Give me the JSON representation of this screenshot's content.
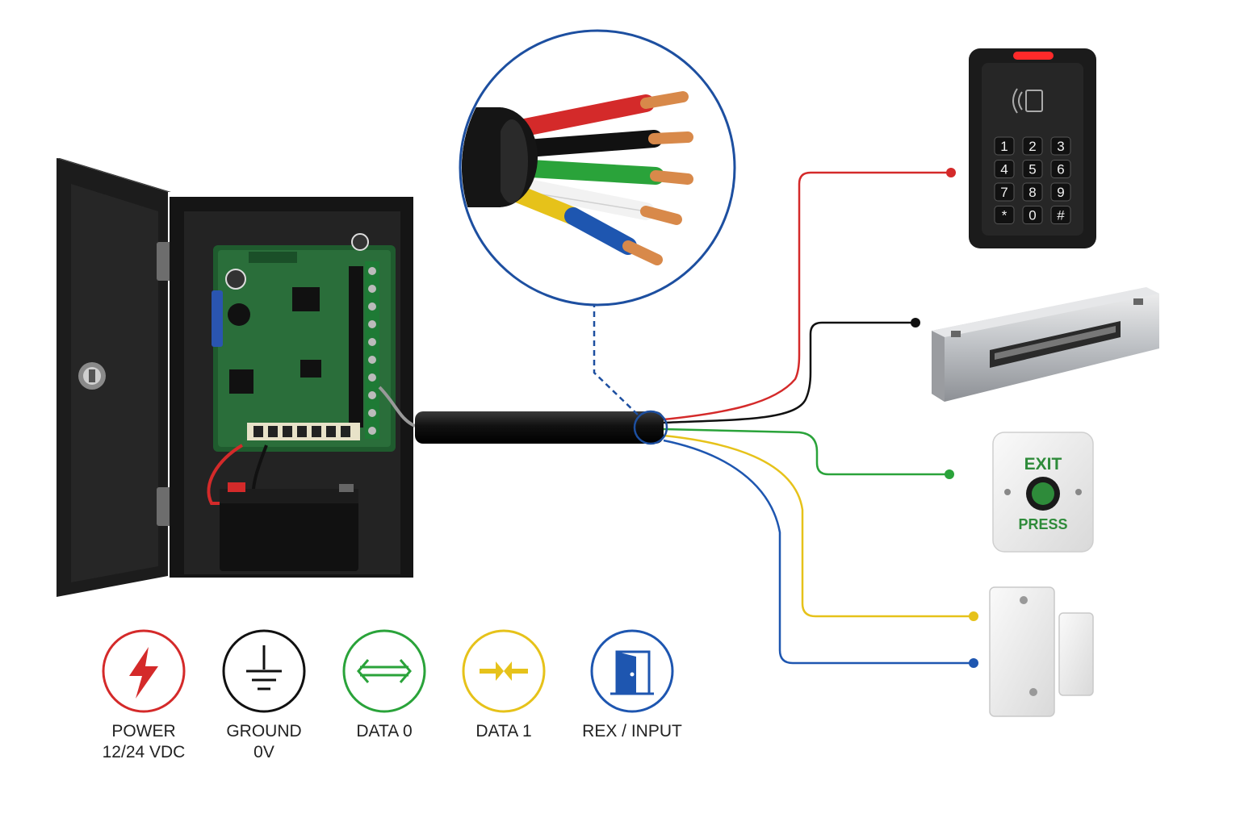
{
  "legend": [
    {
      "id": "power",
      "line1": "POWER",
      "line2": "12/24 VDC",
      "color": "#d42a2a",
      "icon": "lightning-bolt-icon"
    },
    {
      "id": "ground",
      "line1": "GROUND",
      "line2": "0V",
      "color": "#111111",
      "icon": "ground-symbol-icon"
    },
    {
      "id": "data0",
      "line1": "DATA 0",
      "line2": "",
      "color": "#2aa33a",
      "icon": "bidirectional-arrow-icon"
    },
    {
      "id": "data1",
      "line1": "DATA 1",
      "line2": "",
      "color": "#e6c21a",
      "icon": "converging-arrows-icon"
    },
    {
      "id": "rex",
      "line1": "REX / INPUT",
      "line2": "",
      "color": "#1e56b0",
      "icon": "door-icon"
    }
  ],
  "keypad": {
    "keys": [
      "1",
      "2",
      "3",
      "4",
      "5",
      "6",
      "7",
      "8",
      "9",
      "*",
      "0",
      "#"
    ]
  },
  "exit_button": {
    "top_label": "EXIT",
    "bottom_label": "PRESS",
    "accent": "#2e8b3a"
  },
  "wire_colors": {
    "red": "#d42a2a",
    "black": "#111111",
    "green": "#2aa33a",
    "white": "#f2f2f2",
    "yellow": "#e6c21a",
    "blue": "#1e56b0"
  },
  "callout_color": "#1d4fa0"
}
